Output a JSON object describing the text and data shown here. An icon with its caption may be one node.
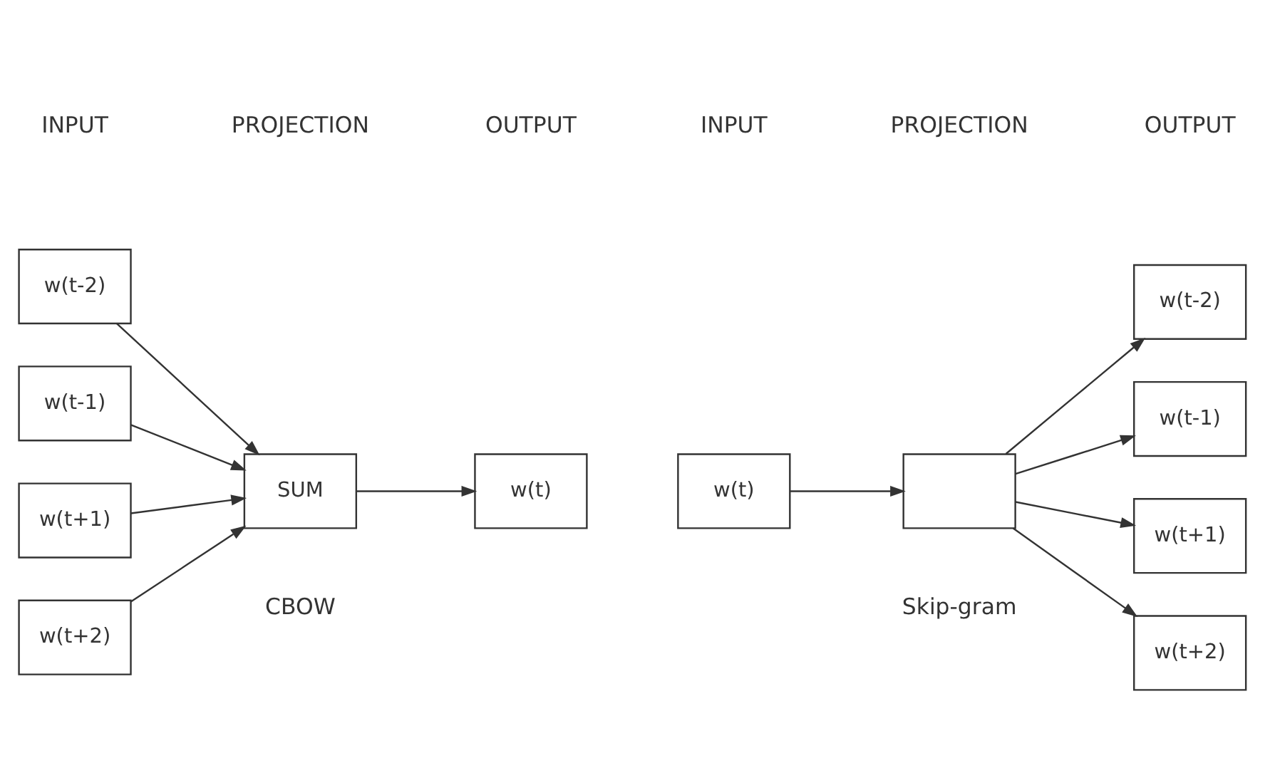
{
  "diagram": {
    "nodes": [
      {
        "text": [
          "w(t-2)"
        ]
      },
      {
        "text": [
          "w(t-1)"
        ]
      },
      {
        "text": [
          "SUM"
        ]
      },
      {
        "text": [
          "w(t)"
        ]
      },
      {
        "text": [
          "w(t+1)"
        ]
      },
      {
        "text": [
          "w(t+2)"
        ]
      },
      {
        "text": [
          "w(t)"
        ]
      },
      {
        "text": [],
        "shape": "box"
      },
      {
        "text": [
          "w(t-2)"
        ]
      },
      {
        "text": [
          "w(t-1)"
        ]
      },
      {
        "text": [
          "w(t+1)"
        ]
      },
      {
        "text": [
          "w(t+2)"
        ]
      }
    ],
    "edges": [
      {
        "from": 0,
        "to": 2,
        "arrow": "to"
      },
      {
        "from": 1,
        "to": 2,
        "arrow": "to"
      },
      {
        "from": 4,
        "to": 2,
        "arrow": "to"
      },
      {
        "from": 5,
        "to": 2,
        "arrow": "to"
      },
      {
        "from": 2,
        "to": 3,
        "arrow": "to"
      },
      {
        "from": 6,
        "to": 7,
        "arrow": "to"
      },
      {
        "from": 7,
        "to": 8,
        "arrow": "to"
      },
      {
        "from": 7,
        "to": 9,
        "arrow": "to"
      },
      {
        "from": 7,
        "to": 10,
        "arrow": "to"
      },
      {
        "from": 7,
        "to": 11,
        "arrow": "to"
      }
    ],
    "labels": [
      "INPUT",
      "PROJECTION",
      "OUTPUT",
      "INPUT",
      "PROJECTION",
      "OUTPUT",
      "CBOW",
      "Skip-gram"
    ]
  }
}
